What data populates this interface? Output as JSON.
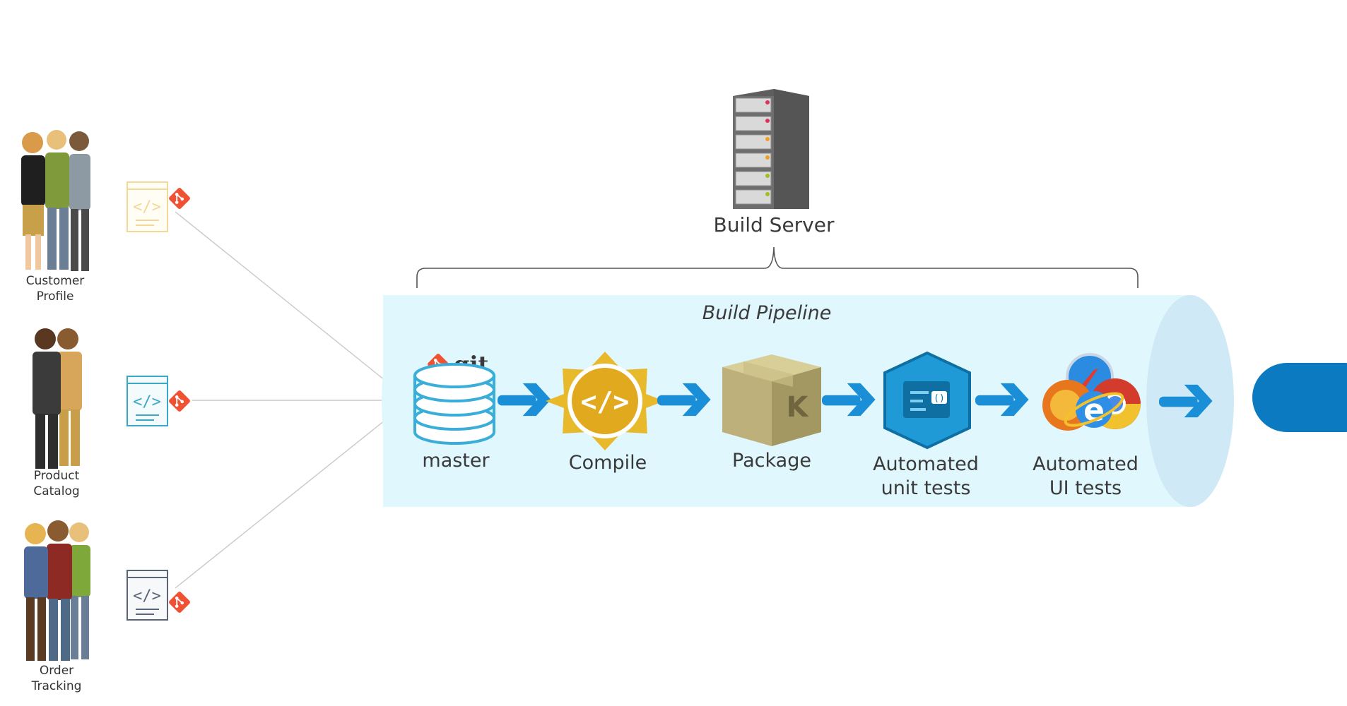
{
  "teams": [
    {
      "label_line1": "Customer",
      "label_line2": "Profile"
    },
    {
      "label_line1": "Product",
      "label_line2": "Catalog"
    },
    {
      "label_line1": "Order",
      "label_line2": "Tracking"
    }
  ],
  "server": {
    "label": "Build Server"
  },
  "pipeline": {
    "title": "Build Pipeline",
    "git_logo_text": "git",
    "stages": [
      {
        "line1": "master",
        "line2": ""
      },
      {
        "line1": "Compile",
        "line2": ""
      },
      {
        "line1": "Package",
        "line2": ""
      },
      {
        "line1": "Automated",
        "line2": "unit tests"
      },
      {
        "line1": "Automated",
        "line2": "UI tests"
      }
    ]
  },
  "colors": {
    "pipeline_fill": "#dff7fd",
    "pipeline_end": "#cfeaf6",
    "arrow_blue": "#1a8fd8",
    "git_orange": "#f05133",
    "db_blue": "#3aaed8",
    "compile_gold": "#e9b92c",
    "test_blue": "#1f9ad6",
    "output_blue": "#0b7ac0"
  }
}
